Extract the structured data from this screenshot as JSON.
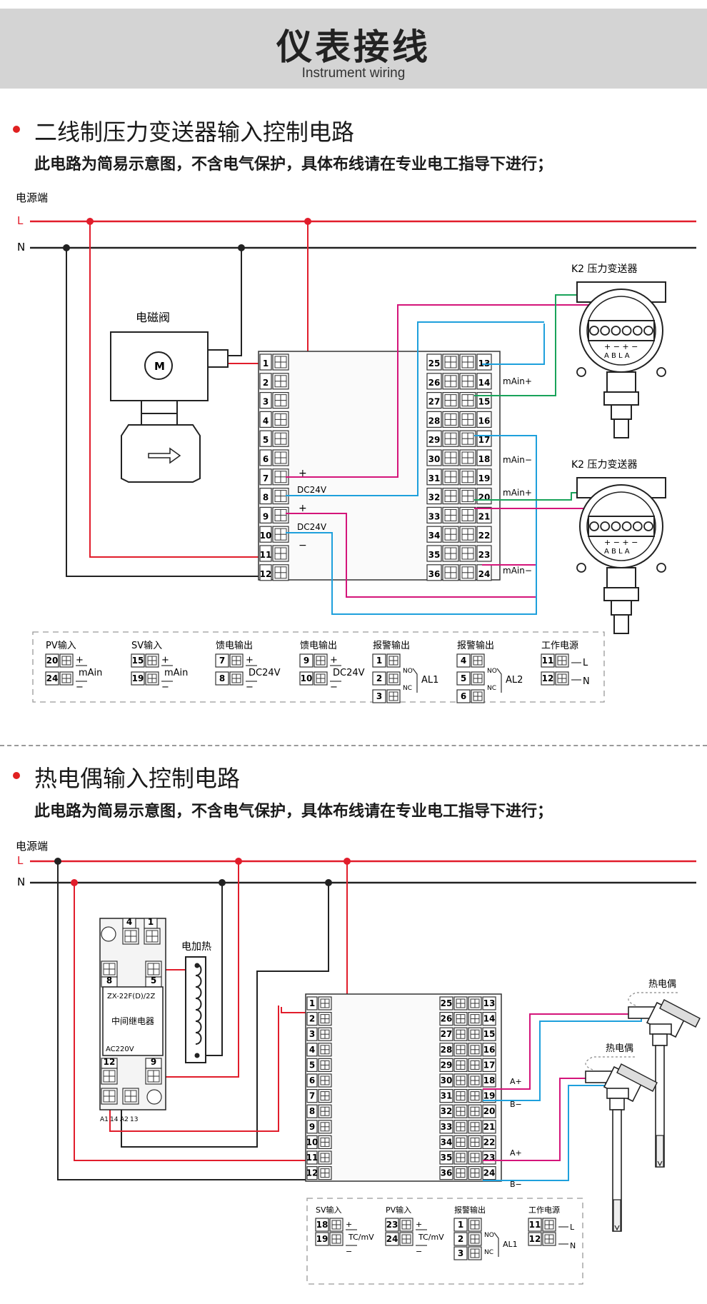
{
  "header": {
    "title": "仪表接线",
    "subtitle": "Instrument wiring"
  },
  "colors": {
    "live": "#e11d2b",
    "neutral": "#222222",
    "magenta": "#d4157a",
    "cyan": "#1ea0dc",
    "green": "#19a35a",
    "panel": "#f4f4f4"
  },
  "section1": {
    "title": "二线制压力变送器输入控制电路",
    "note": "此电路为简易示意图，不含电气保护，具体布线请在专业电工指导下进行；",
    "power_label": "电源端",
    "line_l": "L",
    "line_n": "N",
    "valve_label": "电磁阀",
    "motor_symbol": "M",
    "transmitter_label": "K2 压力变送器",
    "transmitter_signs": "+ − + −",
    "transmitter_pins": "A B L A",
    "left_terminals": [
      "1",
      "2",
      "3",
      "4",
      "5",
      "6",
      "7",
      "8",
      "9",
      "10",
      "11",
      "12"
    ],
    "right_terminals_left": [
      "25",
      "26",
      "27",
      "28",
      "29",
      "30",
      "31",
      "32",
      "33",
      "34",
      "35",
      "36"
    ],
    "right_terminals_right": [
      "13",
      "14",
      "15",
      "16",
      "17",
      "18",
      "19",
      "20",
      "21",
      "22",
      "23",
      "24"
    ],
    "plus": "+",
    "minus": "−",
    "dc24v": "DC24V",
    "main_plus": "mAin+",
    "main_minus": "mAin−",
    "legend": [
      {
        "title": "PV输入",
        "terms": [
          "20",
          "24"
        ],
        "signal": "mAin"
      },
      {
        "title": "SV输入",
        "terms": [
          "15",
          "19"
        ],
        "signal": "mAin"
      },
      {
        "title": "馈电输出",
        "terms": [
          "7",
          "8"
        ],
        "signal": "DC24V"
      },
      {
        "title": "馈电输出",
        "terms": [
          "9",
          "10"
        ],
        "signal": "DC24V"
      },
      {
        "title": "报警输出",
        "terms": [
          "1",
          "2",
          "3"
        ],
        "no": "NO",
        "nc": "NC",
        "signal": "AL1"
      },
      {
        "title": "报警输出",
        "terms": [
          "4",
          "5",
          "6"
        ],
        "no": "NO",
        "nc": "NC",
        "signal": "AL2"
      },
      {
        "title": "工作电源",
        "terms": [
          "11",
          "12"
        ],
        "l": "L",
        "n": "N"
      }
    ]
  },
  "section2": {
    "title": "热电偶输入控制电路",
    "note": "此电路为简易示意图，不含电气保护，具体布线请在专业电工指导下进行；",
    "power_label": "电源端",
    "line_l": "L",
    "line_n": "N",
    "relay_top_terms": [
      "4",
      "1"
    ],
    "relay_mid_terms": [
      "8",
      "5"
    ],
    "relay_model": "ZX-22F(D)/2Z",
    "relay_name": "中间继电器",
    "relay_voltage": "AC220V",
    "relay_bottom_terms": [
      "12",
      "9"
    ],
    "relay_coil_terms": [
      "A1",
      "14",
      "A2",
      "13"
    ],
    "heater_label": "电加热",
    "thermocouple_label": "热电偶",
    "a_plus": "A+",
    "b_minus": "B−",
    "legend": [
      {
        "title": "SV输入",
        "terms": [
          "18",
          "19"
        ],
        "signal": "TC/mV"
      },
      {
        "title": "PV输入",
        "terms": [
          "23",
          "24"
        ],
        "signal": "TC/mV"
      },
      {
        "title": "报警输出",
        "terms": [
          "1",
          "2",
          "3"
        ],
        "no": "NO",
        "nc": "NC",
        "signal": "AL1"
      },
      {
        "title": "工作电源",
        "terms": [
          "11",
          "12"
        ],
        "l": "L",
        "n": "N"
      }
    ]
  }
}
